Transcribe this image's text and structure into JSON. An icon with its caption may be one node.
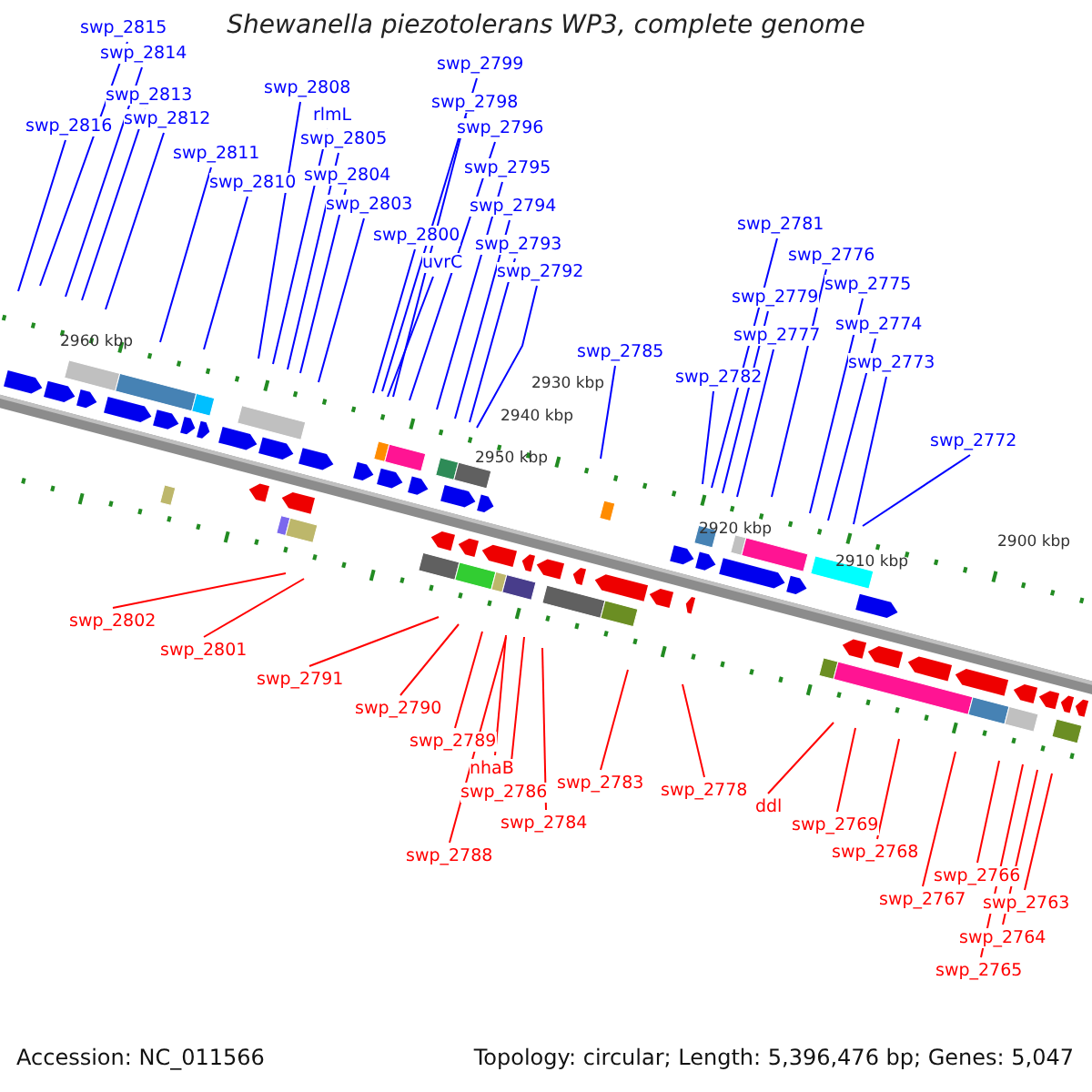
{
  "diagram": {
    "title": "Shewanella piezotolerans WP3, complete genome",
    "nodes": [
      {
        "text": [
          "swp_2815"
        ]
      },
      {
        "text": [
          "swp_2814"
        ]
      },
      {
        "text": [
          "swp_2799"
        ]
      },
      {
        "text": [
          "swp_2808"
        ]
      },
      {
        "text": [
          "swp_2813"
        ]
      },
      {
        "text": [
          "swp_2798"
        ]
      },
      {
        "text": [
          "rlmL"
        ]
      },
      {
        "text": [
          "swp_2812"
        ]
      },
      {
        "text": [
          "swp_2816"
        ]
      },
      {
        "text": [
          "swp_2796"
        ]
      },
      {
        "text": [
          "swp_2805"
        ]
      },
      {
        "text": [
          "swp_2811"
        ]
      },
      {
        "text": [
          "swp_2795"
        ]
      },
      {
        "text": [
          "swp_2804"
        ]
      },
      {
        "text": [
          "swp_2810"
        ]
      },
      {
        "text": [
          "swp_2803"
        ]
      },
      {
        "text": [
          "swp_2794"
        ]
      },
      {
        "text": [
          "swp_2781"
        ]
      },
      {
        "text": [
          "swp_2800"
        ]
      },
      {
        "text": [
          "swp_2793"
        ]
      },
      {
        "text": [
          "swp_2776"
        ]
      },
      {
        "text": [
          "uvrC"
        ]
      },
      {
        "text": [
          "swp_2792"
        ]
      },
      {
        "text": [
          "swp_2775"
        ]
      },
      {
        "text": [
          "swp_2779"
        ]
      },
      {
        "text": [
          "swp_2774"
        ]
      },
      {
        "text": [
          "swp_2777"
        ]
      },
      {
        "text": [
          "swp_2785"
        ]
      },
      {
        "text": [
          "swp_2773"
        ]
      },
      {
        "text": [
          "swp_2782"
        ]
      },
      {
        "text": [
          "swp_2772"
        ]
      },
      {
        "text": [
          "swp_2802"
        ]
      },
      {
        "text": [
          "swp_2801"
        ]
      },
      {
        "text": [
          "swp_2791"
        ]
      },
      {
        "text": [
          "swp_2790"
        ]
      },
      {
        "text": [
          "swp_2789"
        ]
      },
      {
        "text": [
          "nhaB"
        ]
      },
      {
        "text": [
          "swp_2783"
        ]
      },
      {
        "text": [
          "swp_2778"
        ]
      },
      {
        "text": [
          "swp_2786"
        ]
      },
      {
        "text": [
          "ddl"
        ]
      },
      {
        "text": [
          "swp_2784"
        ]
      },
      {
        "text": [
          "swp_2769"
        ]
      },
      {
        "text": [
          "swp_2768"
        ]
      },
      {
        "text": [
          "swp_2788"
        ]
      },
      {
        "text": [
          "swp_2766"
        ]
      },
      {
        "text": [
          "swp_2767"
        ]
      },
      {
        "text": [
          "swp_2763"
        ]
      },
      {
        "text": [
          "swp_2764"
        ]
      },
      {
        "text": [
          "swp_2765"
        ]
      }
    ],
    "edges": [
      {
        "from": 0,
        "to": null,
        "arrow": "none"
      },
      {
        "from": 1,
        "to": null,
        "arrow": "none"
      },
      {
        "from": 2,
        "to": null,
        "arrow": "none"
      },
      {
        "from": 3,
        "to": null,
        "arrow": "none"
      },
      {
        "from": 4,
        "to": null,
        "arrow": "none"
      },
      {
        "from": 5,
        "to": null,
        "arrow": "none"
      },
      {
        "from": 6,
        "to": null,
        "arrow": "none"
      },
      {
        "from": 7,
        "to": null,
        "arrow": "none"
      },
      {
        "from": 8,
        "to": null,
        "arrow": "none"
      },
      {
        "from": 9,
        "to": null,
        "arrow": "none"
      },
      {
        "from": 10,
        "to": null,
        "arrow": "none"
      },
      {
        "from": 11,
        "to": null,
        "arrow": "none"
      },
      {
        "from": 12,
        "to": null,
        "arrow": "none"
      },
      {
        "from": 13,
        "to": null,
        "arrow": "none"
      },
      {
        "from": 14,
        "to": null,
        "arrow": "none"
      },
      {
        "from": 15,
        "to": null,
        "arrow": "none"
      },
      {
        "from": 16,
        "to": null,
        "arrow": "none"
      },
      {
        "from": 17,
        "to": null,
        "arrow": "none"
      },
      {
        "from": 18,
        "to": null,
        "arrow": "none"
      },
      {
        "from": 19,
        "to": null,
        "arrow": "none"
      },
      {
        "from": 20,
        "to": null,
        "arrow": "none"
      },
      {
        "from": 21,
        "to": null,
        "arrow": "none"
      },
      {
        "from": 22,
        "to": null,
        "arrow": "none"
      },
      {
        "from": 23,
        "to": null,
        "arrow": "none"
      },
      {
        "from": 24,
        "to": null,
        "arrow": "none"
      },
      {
        "from": 25,
        "to": null,
        "arrow": "none"
      },
      {
        "from": 26,
        "to": null,
        "arrow": "none"
      },
      {
        "from": 27,
        "to": null,
        "arrow": "none"
      },
      {
        "from": 28,
        "to": null,
        "arrow": "none"
      },
      {
        "from": 29,
        "to": null,
        "arrow": "none"
      },
      {
        "from": 30,
        "to": null,
        "arrow": "none"
      },
      {
        "from": 31,
        "to": null,
        "arrow": "none",
        "color": "#ff0000"
      },
      {
        "from": 32,
        "to": null,
        "arrow": "none",
        "color": "#ff0000"
      },
      {
        "from": 33,
        "to": null,
        "arrow": "none",
        "color": "#ff0000"
      },
      {
        "from": 34,
        "to": null,
        "arrow": "none",
        "color": "#ff0000"
      },
      {
        "from": 35,
        "to": null,
        "arrow": "none",
        "color": "#ff0000"
      },
      {
        "from": 36,
        "to": null,
        "arrow": "none",
        "color": "#ff0000"
      },
      {
        "from": 37,
        "to": null,
        "arrow": "none",
        "color": "#ff0000"
      },
      {
        "from": 38,
        "to": null,
        "arrow": "none",
        "color": "#ff0000"
      },
      {
        "from": 39,
        "to": null,
        "arrow": "none",
        "color": "#ff0000"
      },
      {
        "from": 40,
        "to": null,
        "arrow": "none",
        "color": "#ff0000"
      },
      {
        "from": 41,
        "to": null,
        "arrow": "none",
        "color": "#ff0000"
      },
      {
        "from": 42,
        "to": null,
        "arrow": "none",
        "color": "#ff0000"
      },
      {
        "from": 43,
        "to": null,
        "arrow": "none",
        "color": "#ff0000"
      },
      {
        "from": 44,
        "to": null,
        "arrow": "none",
        "color": "#ff0000"
      },
      {
        "from": 45,
        "to": null,
        "arrow": "none",
        "color": "#ff0000"
      },
      {
        "from": 46,
        "to": null,
        "arrow": "none",
        "color": "#ff0000"
      },
      {
        "from": 47,
        "to": null,
        "arrow": "none",
        "color": "#ff0000"
      },
      {
        "from": 48,
        "to": null,
        "arrow": "none",
        "color": "#ff0000"
      },
      {
        "from": 49,
        "to": null,
        "arrow": "none",
        "color": "#ff0000"
      }
    ],
    "labels": [
      "2960 kbp",
      "2950 kbp",
      "2940 kbp",
      "2930 kbp",
      "2920 kbp",
      "2910 kbp",
      "2900 kbp",
      "Accession: NC_011566",
      "Topology: circular; Length: 5,396,476 bp; Genes: 5,047"
    ]
  }
}
